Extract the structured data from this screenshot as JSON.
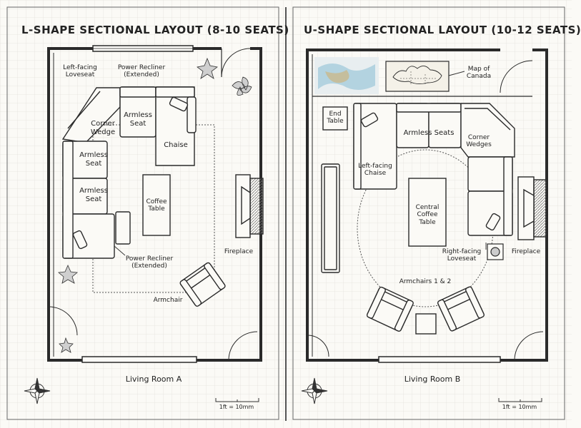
{
  "left": {
    "title": "L-SHAPE SECTIONAL LAYOUT (8-10 SEATS)",
    "room_name": "Living Room A",
    "scale": "1ft = 10mm",
    "labels": {
      "left_loveseat": "Left-facing\nLoveseat",
      "power_recliner_top": "Power Recliner\n(Extended)",
      "corner_wedge": "Corner\nWedge",
      "armless_top": "Armless\nSeat",
      "chaise": "Chaise",
      "armless_mid": "Armless\nSeat",
      "armless_low": "Armless\nSeat",
      "coffee_table": "Coffee\nTable",
      "power_recliner_bottom": "Power Recliner\n(Extended)",
      "fireplace": "Fireplace",
      "armchair": "Armchair"
    }
  },
  "right": {
    "title": "U-SHAPE SECTIONAL LAYOUT (10-12 SEATS)",
    "room_name": "Living Room B",
    "scale": "1ft = 10mm",
    "labels": {
      "map": "Map of\nCanada",
      "end_table": "End\nTable",
      "armless_seats": "Armless Seats",
      "corner_wedges": "Corner\nWedges",
      "left_chaise": "Left-facing\nChaise",
      "central_table": "Central\nCoffee\nTable",
      "right_loveseat": "Right-facing\nLoveseat",
      "fireplace": "Fireplace",
      "armchairs": "Armchairs 1 & 2"
    }
  },
  "colors": {
    "ink": "#2a2a2a",
    "paper": "#fbfaf6",
    "grid": "#e4e2dc",
    "map_water": "#9cc7d8"
  }
}
